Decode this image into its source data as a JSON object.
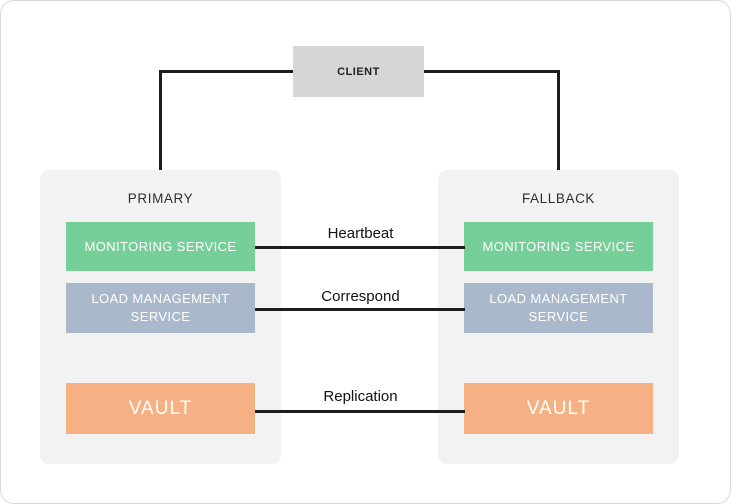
{
  "diagram": {
    "client": {
      "label": "CLIENT"
    },
    "connections": [
      {
        "label": "Heartbeat"
      },
      {
        "label": "Correspond"
      },
      {
        "label": "Replication"
      }
    ],
    "panels": [
      {
        "title": "PRIMARY",
        "boxes": [
          {
            "label": "MONITORING SERVICE"
          },
          {
            "label": "LOAD MANAGEMENT SERVICE"
          },
          {
            "label": "VAULT"
          }
        ]
      },
      {
        "title": "FALLBACK",
        "boxes": [
          {
            "label": "MONITORING SERVICE"
          },
          {
            "label": "LOAD MANAGEMENT SERVICE"
          },
          {
            "label": "VAULT"
          }
        ]
      }
    ],
    "colors": {
      "monitoring_service": "#76cf99",
      "load_management_service": "#aab8cc",
      "vault": "#f5b183",
      "client_box": "#d6d6d6",
      "panel_background": "#f2f2f2",
      "connector_line": "#1c1c1c"
    }
  }
}
